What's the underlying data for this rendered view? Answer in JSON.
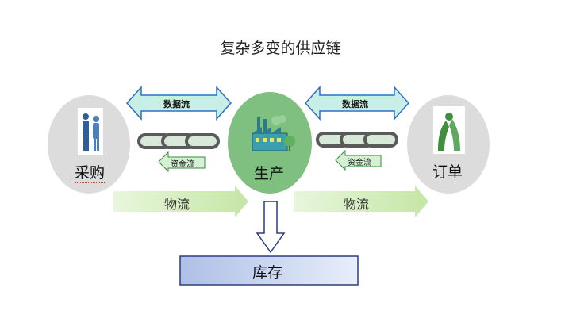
{
  "title": "复杂多变的供应链",
  "nodes": {
    "purchase": "采购",
    "production": "生产",
    "order": "订单",
    "inventory": "库存"
  },
  "flows": {
    "data_left": "数据流",
    "data_right": "数据流",
    "capital_left": "资金流",
    "capital_right": "资金流",
    "logistics_left": "物流",
    "logistics_right": "物流"
  },
  "colors": {
    "circle_gray": "#dcdcdc",
    "circle_green": "#7fbf7f",
    "data_arrow_fill": "#c8efe6",
    "data_arrow_stroke": "#2f6fbf",
    "logistics_fill": "#d4ecc0",
    "capital_fill": "#d6f0d6",
    "capital_stroke": "#3a8a3a",
    "inventory_fill": "#c7d6f0",
    "inventory_stroke": "#2a3d80",
    "chain": "#5a5a5a"
  },
  "icons": [
    "business-people-icon",
    "factory-icon",
    "handshake-icon",
    "chain-icon"
  ]
}
